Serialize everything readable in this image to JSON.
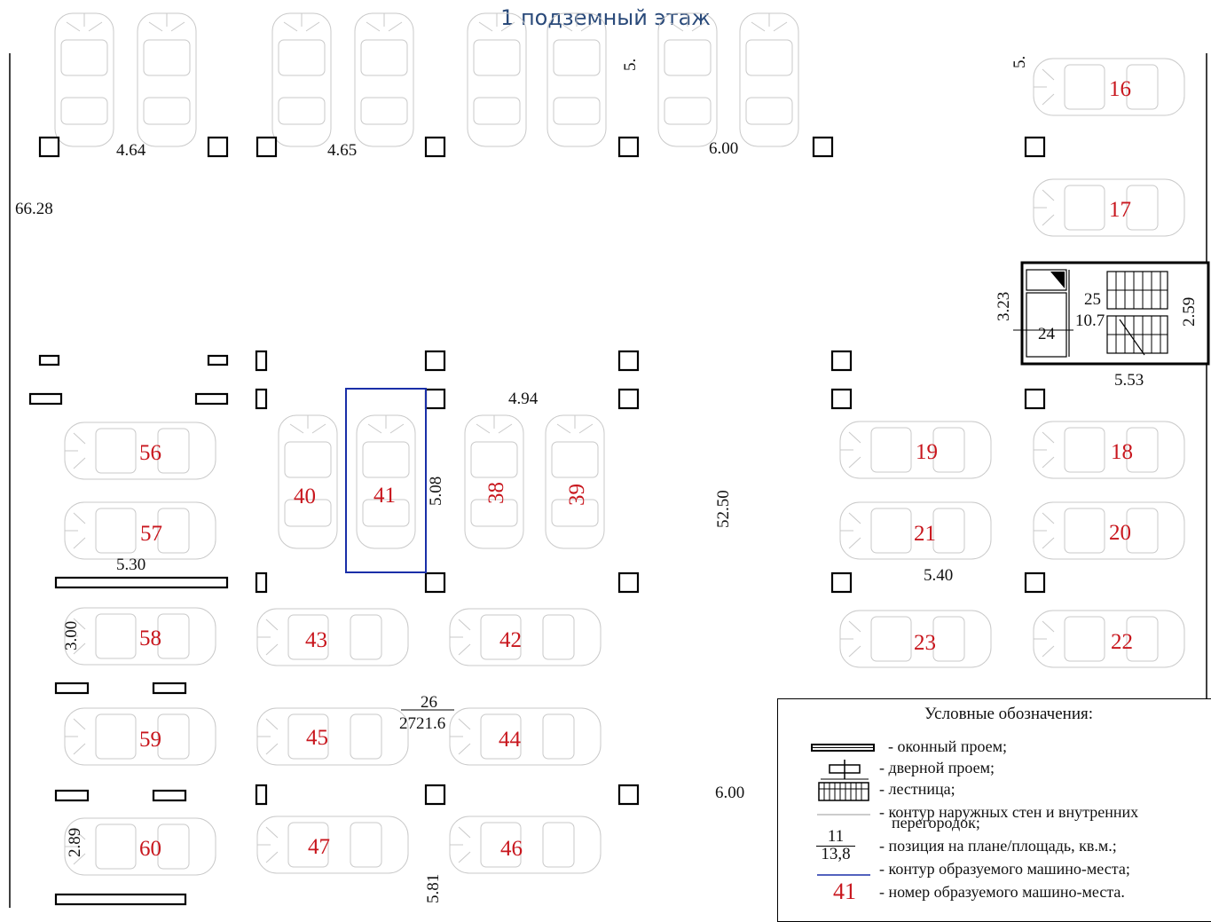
{
  "title": "1 подземный этаж",
  "dimensions": {
    "d464": "4.64",
    "d465": "4.65",
    "d600_top": "6.00",
    "d5_a": "5.",
    "d5_b": "5.",
    "d6628": "66.28",
    "d323": "3.23",
    "d259": "2.59",
    "d553": "5.53",
    "d494": "4.94",
    "d508": "5.08",
    "d5250": "52.50",
    "d530": "5.30",
    "d540": "5.40",
    "d300": "3.00",
    "d600_bottom": "6.00",
    "d289": "2.89",
    "d581": "5.81"
  },
  "stair": {
    "pos24": "24",
    "pos25": "25",
    "area": "10.7"
  },
  "total": {
    "position": "26",
    "area": "2721.6"
  },
  "spots": {
    "s16": "16",
    "s17": "17",
    "s18": "18",
    "s19": "19",
    "s20": "20",
    "s21": "21",
    "s22": "22",
    "s23": "23",
    "s38": "38",
    "s39": "39",
    "s40": "40",
    "s41": "41",
    "s42": "42",
    "s43": "43",
    "s44": "44",
    "s45": "45",
    "s46": "46",
    "s47": "47",
    "s56": "56",
    "s57": "57",
    "s58": "58",
    "s59": "59",
    "s60": "60"
  },
  "legend": {
    "title": "Условные обозначения:",
    "window": "- оконный проем;",
    "door": "- дверной проем;",
    "stairs": "- лестница;",
    "walls_line1": "- контур наружных стен и внутренних",
    "walls_line2": "перегородок;",
    "position_text": "- позиция на плане/площадь, кв.м.;",
    "position_sample_num": "11",
    "position_sample_area": "13,8",
    "outline": "- контур образуемого машино-места;",
    "sample_number": "41",
    "number": "- номер образуемого машино-места."
  },
  "colors": {
    "title": "#2a4a7a",
    "spot_number": "#c8161d",
    "spot_outline": "#1a2fa8",
    "car": "#c9c9c9"
  }
}
